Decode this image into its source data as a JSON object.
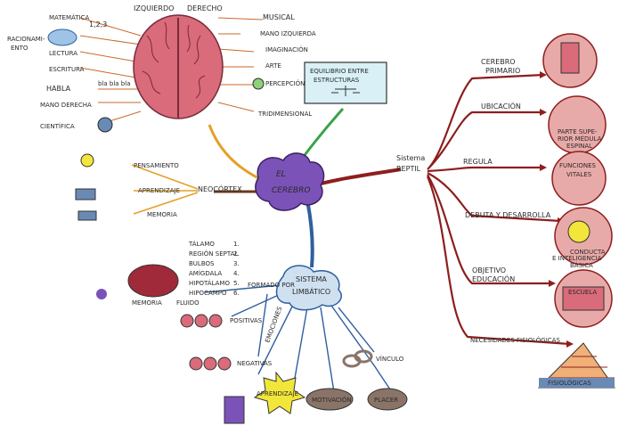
{
  "center": {
    "label_line1": "EL",
    "label_line2": "CEREBRO"
  },
  "branches": {
    "equilibrio": {
      "line1": "EQUILIBRIO ENTRE",
      "line2": "ESTRUCTURAS"
    },
    "neocortex": {
      "label": "NEOCÓRTEX",
      "items": [
        "PENSAMIENTO",
        "APRENDIZAJE",
        "MEMORIA"
      ]
    },
    "hemispheres": {
      "left": "IZQUIERDO",
      "right": "DERECHO"
    },
    "left_skills": [
      "MATEMÁTICA",
      "1,2,3",
      "RACIONAMI-",
      "ENTO",
      "LECTURA",
      "ESCRITURA",
      "HABLA",
      "bla bla bla",
      "MANO DERECHA",
      "CIENTÍFICA"
    ],
    "right_skills": [
      "MUSICAL",
      "MANO IZQUIERDA",
      "IMAGINACIÓN",
      "ARTE",
      "PERCEPCIÓN",
      "TRIDIMENSIONAL"
    ],
    "limbic": {
      "line1": "SISTEMA",
      "line2": "LIMBÁTICO",
      "formado_por": "FORMADO POR",
      "parts": [
        "TÁLAMO",
        "REGIÓN SEPTAL",
        "BULBOS",
        "AMÍGDALA",
        "HIPOTÁLAMO",
        "HIPOCAMPO"
      ],
      "part_numbers": [
        "1.",
        "2.",
        "3.",
        "4.",
        "5.",
        "6."
      ],
      "emociones": "EMOCIONES",
      "positivas": "POSITIVAS",
      "negativas": "NEGATIVAS",
      "vinculo": "VÍNCULO",
      "aprendizaje": "APRENDIZAJE",
      "motivacion": "MOTIVACIÓN",
      "placer": "PLACER",
      "memoria": "MEMORIA",
      "fluido": "FLUIDO"
    },
    "reptil": {
      "line1": "Sistema",
      "line2": "REPTIL",
      "items": [
        "CEREBRO",
        "PRIMARIO",
        "UBICACIÓN",
        "REGULA",
        "DEBUTA Y DESARROLLA",
        "OBJETIVO",
        "EDUCACIÓN",
        "NECESIDADES FISIOLÓGICAS"
      ],
      "circle_texts": [
        "PARTE SUPE-",
        "RIOR MÉDULA",
        "ESPINAL",
        "FUNCIONES",
        "VITALES",
        "CONDUCTA",
        "E INTELIGENCIA",
        "BÁSICA",
        "ESCUELA",
        "FISIOLÓGICAS"
      ]
    }
  },
  "colors": {
    "brain_pink": "#d96b7a",
    "center_purple": "#7b52b8",
    "reptile_red": "#8e1e1e",
    "limbic_blue": "#2f5f9e",
    "green_branch": "#3aa24a",
    "orange_branch": "#e3a028",
    "circle_fill": "#e8aaa8",
    "star_yellow": "#f2e63a",
    "stone_brown": "#8a7468"
  }
}
